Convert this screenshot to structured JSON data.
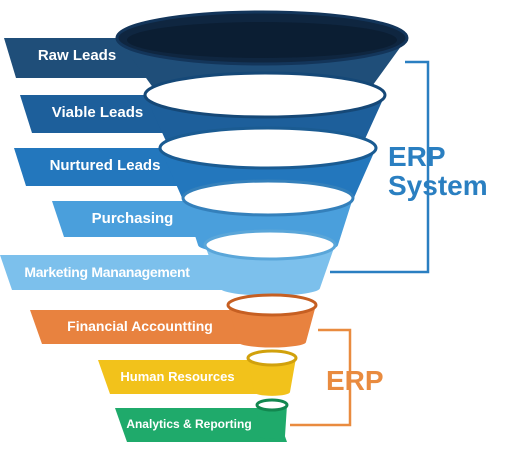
{
  "stages": [
    {
      "label": "Raw Leads",
      "color": "#1f4e79",
      "dark": "#13355a",
      "group": "erp_system"
    },
    {
      "label": "Viable Leads",
      "color": "#1d5f9b",
      "dark": "#154877",
      "group": "erp_system"
    },
    {
      "label": "Nurtured Leads",
      "color": "#2377bd",
      "dark": "#1a5b92",
      "group": "erp_system"
    },
    {
      "label": "Purchasing",
      "color": "#4a9fdc",
      "dark": "#3480bb",
      "group": "erp_system"
    },
    {
      "label": "Marketing Mananagement",
      "color": "#7cc0ec",
      "dark": "#5aa6d9",
      "group": "erp_system"
    },
    {
      "label": "Financial Accountting",
      "color": "#e8823f",
      "dark": "#c65f22",
      "group": "erp"
    },
    {
      "label": "Human Resources",
      "color": "#f2c21b",
      "dark": "#d1a10c",
      "group": "erp"
    },
    {
      "label": "Analytics & Reporting",
      "color": "#1faa6b",
      "dark": "#12874f",
      "group": "erp"
    }
  ],
  "groups": {
    "erp_system": {
      "line1": "ERP",
      "line2": "System",
      "color": "#2a7fc1"
    },
    "erp": {
      "line1": "ERP",
      "color": "#e98b3f"
    }
  }
}
